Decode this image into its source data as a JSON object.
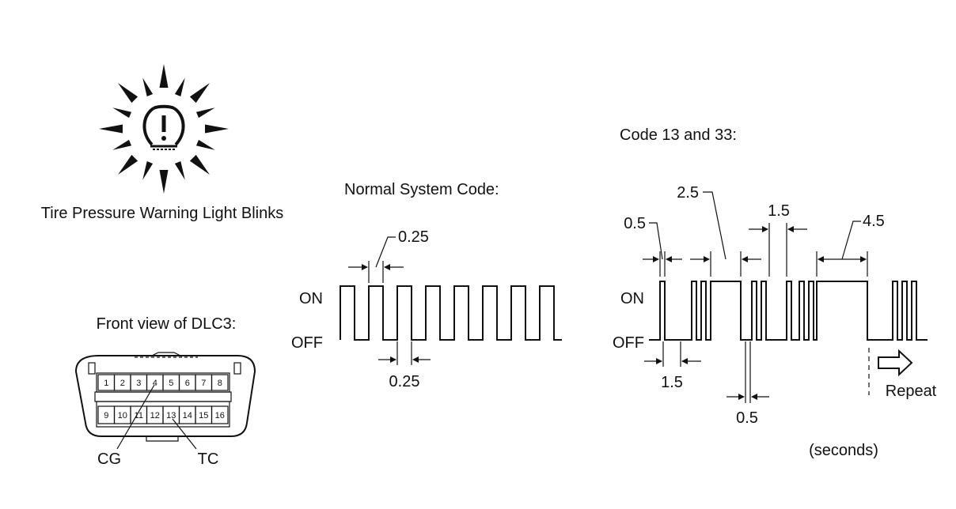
{
  "icon": {
    "name": "tire-pressure-warning-icon"
  },
  "labels": {
    "light_caption": "Tire Pressure Warning Light Blinks",
    "normal_title": "Normal System Code:",
    "code_title": "Code 13 and 33:",
    "dlc_title": "Front view of DLC3:",
    "on": "ON",
    "off": "OFF",
    "cg": "CG",
    "tc": "TC",
    "repeat": "Repeat",
    "units": "(seconds)"
  },
  "normal_timing": {
    "upper": "0.25",
    "lower": "0.25"
  },
  "code_timing": {
    "t05a": "0.5",
    "t25": "2.5",
    "t15a": "1.5",
    "t45": "4.5",
    "t15b": "1.5",
    "t05b": "0.5"
  },
  "dlc_pins": {
    "top": [
      "1",
      "2",
      "3",
      "4",
      "5",
      "6",
      "7",
      "8"
    ],
    "bottom": [
      "9",
      "10",
      "11",
      "12",
      "13",
      "14",
      "15",
      "16"
    ]
  }
}
